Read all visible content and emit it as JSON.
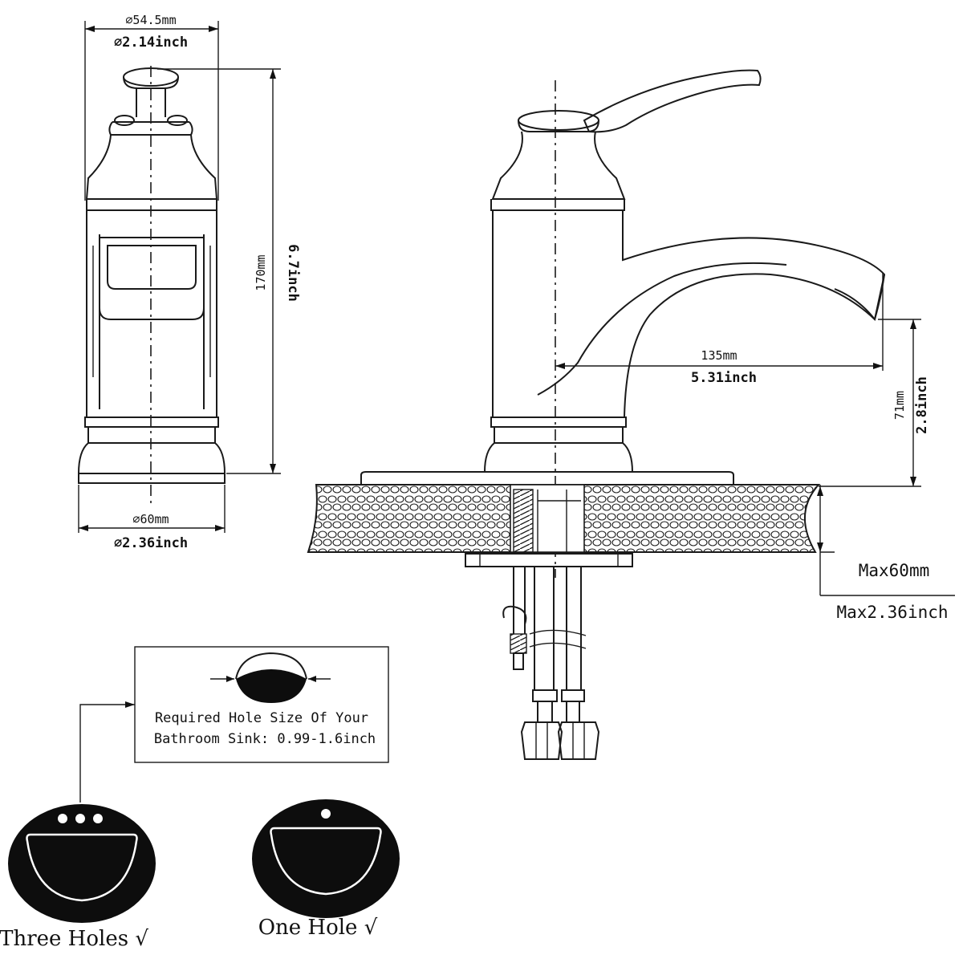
{
  "front_view": {
    "top_diameter_mm": "⌀54.5mm",
    "top_diameter_in": "⌀2.14inch",
    "height_mm": "170mm",
    "height_in": "6.7inch",
    "base_diameter_mm": "⌀60mm",
    "base_diameter_in": "⌀2.36inch"
  },
  "side_view": {
    "reach_mm": "135mm",
    "reach_in": "5.31inch",
    "spout_height_mm": "71mm",
    "spout_height_in": "2.8inch",
    "max_deck_mm": "Max60mm",
    "max_deck_in": "Max2.36inch"
  },
  "hole_note": {
    "line1": "Required Hole Size Of Your",
    "line2": "Bathroom Sink: 0.99-1.6inch"
  },
  "sinks": {
    "three_holes_label": "Three Holes √",
    "one_hole_label": "One Hole  √"
  }
}
